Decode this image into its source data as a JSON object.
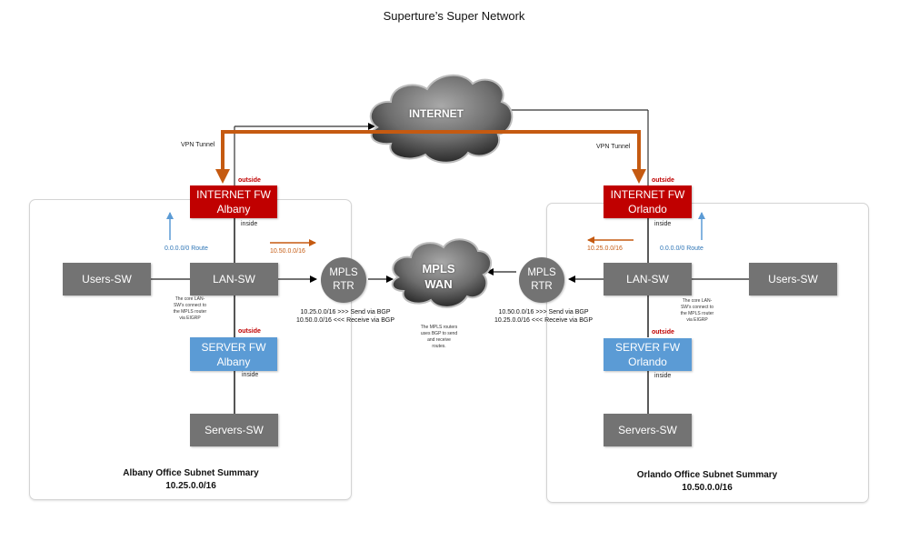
{
  "title": "Superture’s Super Network",
  "clouds": {
    "internet": {
      "label": "INTERNET"
    },
    "mpls_wan": {
      "label_line1": "MPLS",
      "label_line2": "WAN"
    }
  },
  "vpn": {
    "left_label": "VPN Tunnel",
    "right_label": "VPN Tunnel",
    "color": "#c55a11"
  },
  "mpls_note": [
    "The MPLS routers",
    "uses BGP to send",
    "and receive",
    "routes."
  ],
  "albany": {
    "internet_fw": {
      "line1": "INTERNET FW",
      "line2": "Albany"
    },
    "outside_label": "outside",
    "inside_label": "inside",
    "default_route": "0.0.0.0/0 Route",
    "remote_route": "10.50.0.0/16",
    "lan_sw": "LAN-SW",
    "users_sw": "Users-SW",
    "lan_note": [
      "The core LAN-",
      "SW’s connect to",
      "the MPLS router",
      "via EIGRP"
    ],
    "server_fw": {
      "line1": "SERVER FW",
      "line2": "Albany"
    },
    "server_outside_label": "outside",
    "server_inside_label": "inside",
    "servers_sw": "Servers-SW",
    "mpls_rtr": {
      "line1": "MPLS",
      "line2": "RTR"
    },
    "bgp": [
      "10.25.0.0/16 >>> Send via BGP",
      "10.50.0.0/16 <<< Receive via BGP"
    ],
    "summary_title": "Albany Office Subnet Summary",
    "summary_subnet": "10.25.0.0/16"
  },
  "orlando": {
    "internet_fw": {
      "line1": "INTERNET FW",
      "line2": "Orlando"
    },
    "outside_label": "outside",
    "inside_label": "inside",
    "default_route": "0.0.0.0/0 Route",
    "remote_route": "10.25.0.0/16",
    "lan_sw": "LAN-SW",
    "users_sw": "Users-SW",
    "lan_note": [
      "The core LAN-",
      "SW’s connect to",
      "the MPLS router",
      "via EIGRP"
    ],
    "server_fw": {
      "line1": "SERVER FW",
      "line2": "Orlando"
    },
    "server_outside_label": "outside",
    "server_inside_label": "inside",
    "servers_sw": "Servers-SW",
    "mpls_rtr": {
      "line1": "MPLS",
      "line2": "RTR"
    },
    "bgp": [
      "10.50.0.0/16 >>> Send via BGP",
      "10.25.0.0/16 <<< Receive via BGP"
    ],
    "summary_title": "Orlando Office Subnet Summary",
    "summary_subnet": "10.50.0.0/16"
  },
  "colors": {
    "firewall_internet": "#c00000",
    "firewall_server": "#5b9bd5",
    "switch": "#737373",
    "outside_label": "#c00000",
    "route_blue": "#2e75b6",
    "route_orange": "#c55a11"
  }
}
